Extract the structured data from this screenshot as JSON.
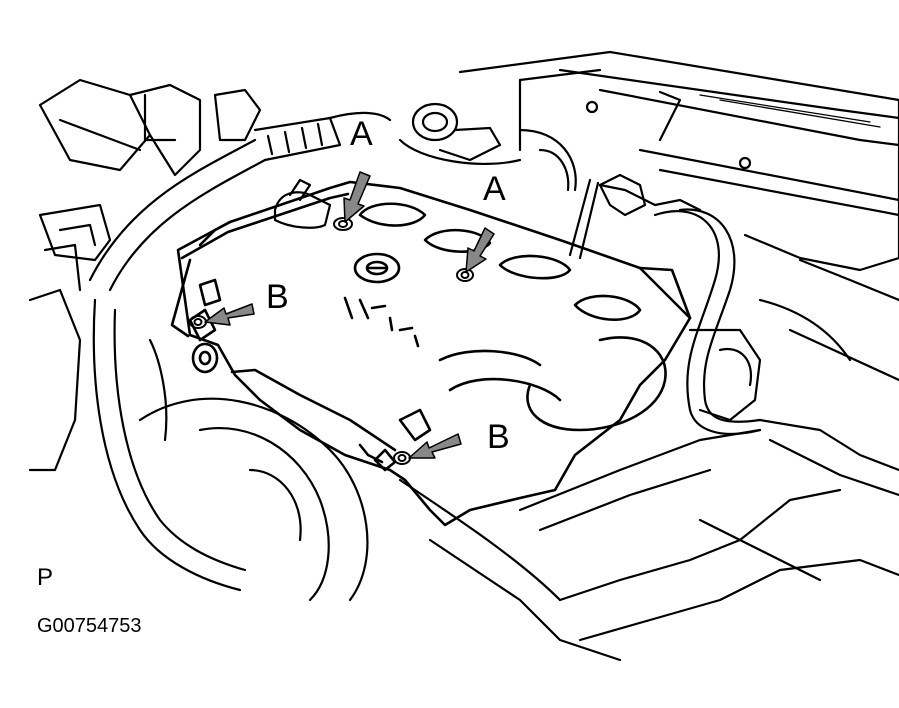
{
  "callouts": {
    "a_top": "A",
    "a_right": "A",
    "b_left": "B",
    "b_lower": "B"
  },
  "corner_mark": "P",
  "figure_code": "G00754753",
  "colors": {
    "ink": "#000000",
    "paper": "#ffffff",
    "arrow_fill": "#888888"
  },
  "icons": {
    "fastener": "bolt-icon",
    "pointer": "callout-arrow-icon"
  }
}
